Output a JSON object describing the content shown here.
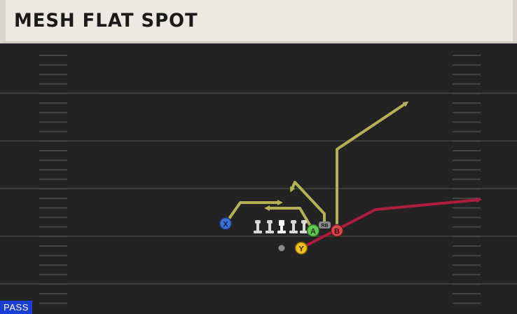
{
  "play": {
    "title": "MESH FLAT SPOT",
    "type_badge": "PASS"
  },
  "players": {
    "x": {
      "label": "X",
      "color": "#3a6fd4"
    },
    "a": {
      "label": "A",
      "color": "#62c654"
    },
    "b": {
      "label": "B",
      "color": "#d9474f"
    },
    "y": {
      "label": "Y",
      "color": "#f0c020"
    },
    "rb": {
      "label": "RB",
      "color": "#8a8a8a"
    }
  },
  "route_colors": {
    "primary": "#b3b356",
    "highlight": "#b01c3e"
  },
  "field_colors": {
    "turf": "#232323",
    "yard_line": "#3a3a3a",
    "hash": "#4a4a4a"
  }
}
